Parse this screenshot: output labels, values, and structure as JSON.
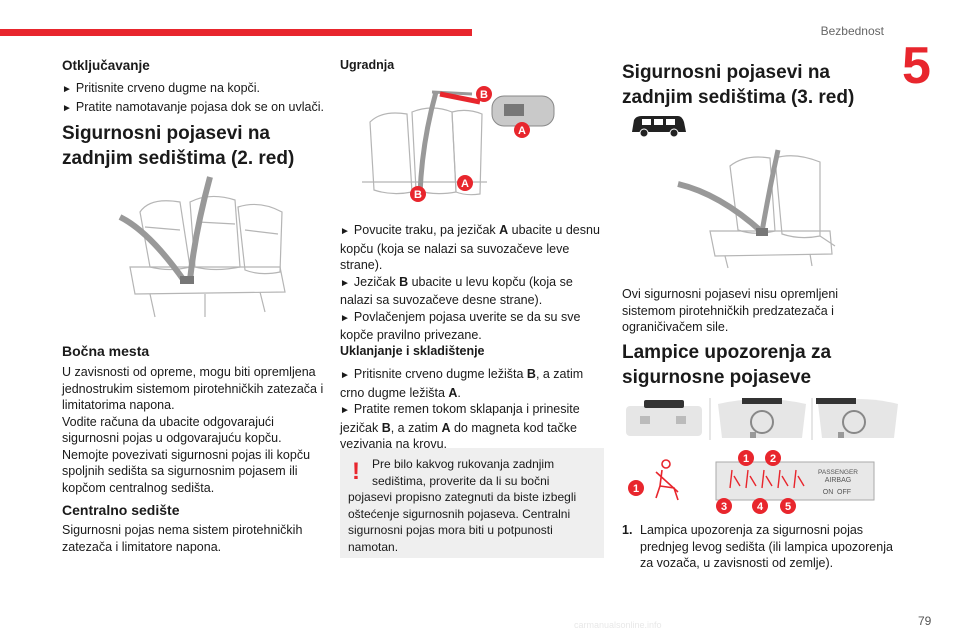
{
  "header": {
    "section": "Bezbednost",
    "chapter": "5"
  },
  "col1": {
    "unlock_title": "Otključavanje",
    "unlock_b1": "Pritisnite crveno dugme na kopči.",
    "unlock_b2": "Pratite namotavanje pojasa dok se on uvlači.",
    "rear2_title_l1": "Sigurnosni pojasevi na",
    "rear2_title_l2": "zadnjim sedištima (2. red)",
    "side_title": "Bočna mesta",
    "side_l1": "U zavisnosti od opreme, mogu biti opremljena",
    "side_l2": "jednostrukim sistemom pirotehničkih zatezača i",
    "side_l3": "limitatorima napona.",
    "side_l4": "Vodite računa da ubacite odgovarajući",
    "side_l5": "sigurnosni pojas u odgovarajuću kopču.",
    "side_l6": "Nemojte povezivati sigurnosni pojas ili kopču",
    "side_l7": "spoljnih sedišta sa sigurnosnim pojasem ili",
    "side_l8": "kopčom centralnog sedišta.",
    "center_title": "Centralno sedište",
    "center_l1": "Sigurnosni pojas nema sistem pirotehničkih",
    "center_l2": "zatezača i limitatore napona."
  },
  "col2": {
    "install_title": "Ugradnja",
    "label_a": "A",
    "label_b": "B",
    "i1_a": "Povucite traku, pa jezičak ",
    "i1_b": " ubacite u desnu",
    "i1_l2": "kopču (koja se nalazi sa suvozačeve leve",
    "i1_l3": "strane).",
    "i2_a": "Jezičak ",
    "i2_b": " ubacite u levu kopču (koja se",
    "i2_l2": "nalazi sa suvozačeve desne strane).",
    "i3_l1": "Povlačenjem pojasa uverite se da su sve",
    "i3_l2": "kopče pravilno privezane.",
    "remove_title": "Uklanjanje i skladištenje",
    "r1_a": "Pritisnite crveno dugme ležišta ",
    "r1_b": ", a zatim",
    "r1_l2a": "crno dugme ležišta ",
    "r1_l2b": ".",
    "r2_l1": "Pratite remen tokom sklapanja i prinesite",
    "r2_a": "jezičak ",
    "r2_b": ", a zatim ",
    "r2_c": " do magneta kod tačke",
    "r2_l3": "vezivanja na krovu.",
    "warn_l1": "Pre bilo kakvog rukovanja zadnjim",
    "warn_l2": "sedištima, proverite da li su bočni",
    "warn_l3": "pojasevi propisno zategnuti da biste izbegli",
    "warn_l4": "oštećenje sigurnosnih pojaseva. Centralni",
    "warn_l5": "sigurnosni pojas mora biti u potpunosti",
    "warn_l6": "namotan."
  },
  "col3": {
    "rear3_title_l1": "Sigurnosni pojasevi na",
    "rear3_title_l2": "zadnjim sedištima (3. red)",
    "note_l1": "Ovi sigurnosni pojasevi nisu opremljeni",
    "note_l2": "sistemom pirotehničkih predzatezača i",
    "note_l3": "ograničivačem sile.",
    "lamps_title_l1": "Lampice upozorenja za",
    "lamps_title_l2": "sigurnosne pojaseve",
    "panel_line1": "PASSENGER",
    "panel_line2": "AIRBAG",
    "panel_on": "ON",
    "panel_off": "OFF",
    "callouts": [
      "1",
      "2",
      "3",
      "4",
      "5"
    ],
    "list1_num": "1.",
    "list1_l1": "Lampica upozorenja za sigurnosni pojas",
    "list1_l2": "prednjeg levog sedišta (ili lampica upozorenja",
    "list1_l3": "za vozača, u zavisnosti od zemlje)."
  },
  "footer": {
    "site": "carmanualsonline.info",
    "page": "79"
  },
  "colors": {
    "accent": "#e8262d",
    "warn_bg": "#efefef"
  },
  "icons": [
    "bullet-triangle-icon",
    "warning-exclamation-icon",
    "seatbelt-warning-icon",
    "van-icon"
  ]
}
